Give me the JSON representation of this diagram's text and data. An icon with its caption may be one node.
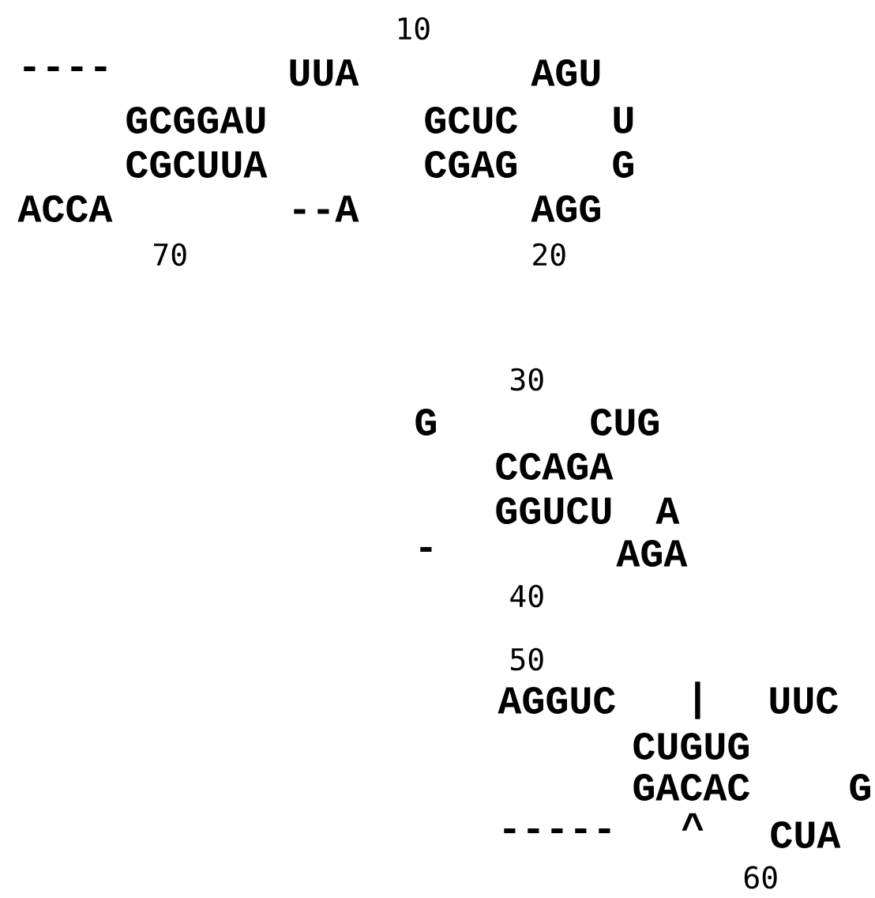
{
  "diagram": {
    "labels": [
      "10",
      "----",
      "UUA",
      "AGU",
      "GCGGAU",
      "GCUC",
      "U",
      "CGCUUA",
      "CGAG",
      "G",
      "ACCA",
      "--A",
      "AGG",
      "70",
      "20",
      "30",
      "G",
      "CUG",
      "CCAGA",
      "GGUCU",
      "A",
      "-",
      "AGA",
      "40",
      "50",
      "AGGUC",
      "|",
      "UUC",
      "CUGUG",
      "GACAC",
      "G",
      "-----",
      "^",
      "CUA",
      "60"
    ]
  }
}
